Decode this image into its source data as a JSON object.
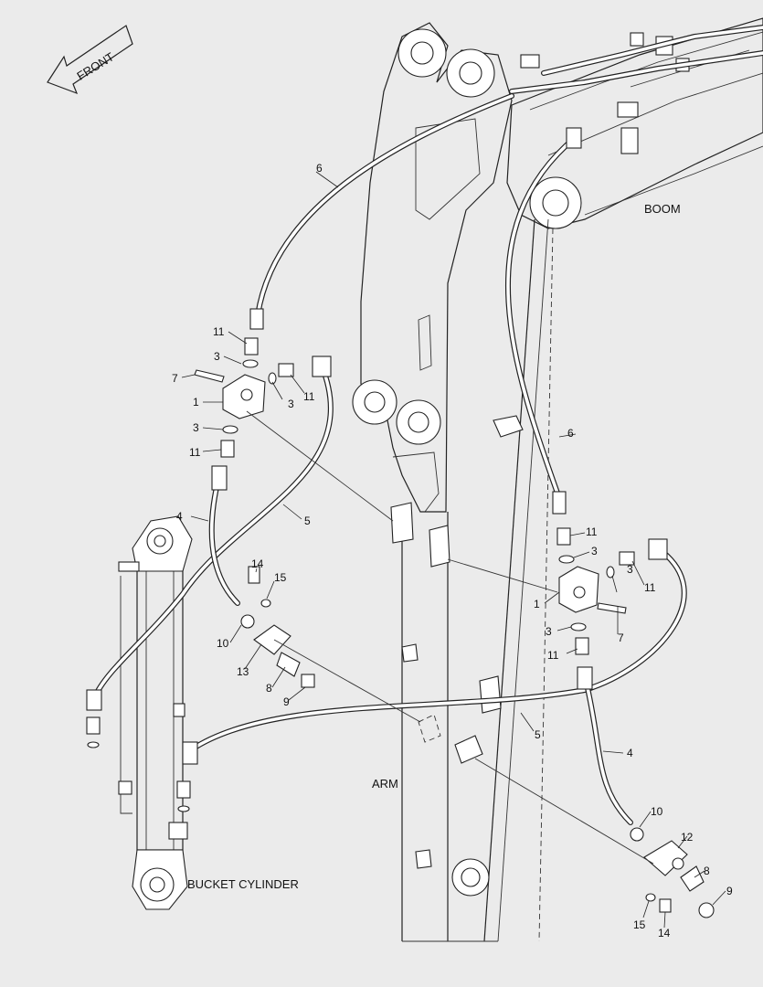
{
  "direction": {
    "front": "FRONT"
  },
  "components": {
    "boom": "BOOM",
    "arm": "ARM",
    "bucket_cylinder": "BUCKET CYLINDER"
  },
  "callouts": {
    "c6_top": "6",
    "c6_right": "6",
    "c11_a": "11",
    "c3_a": "3",
    "c7_left": "7",
    "c1_left": "1",
    "c3_b": "3",
    "c11_b": "11",
    "c3_c": "3",
    "c11_c": "11",
    "c4_left": "4",
    "c5_left": "5",
    "c14_left": "14",
    "c15_left": "15",
    "c10_left": "10",
    "c13_left": "13",
    "c8_left": "8",
    "c9_left": "9",
    "c11_d": "11",
    "c3_d": "3",
    "c3_e": "3",
    "c11_e": "11",
    "c1_right": "1",
    "c3_f": "3",
    "c7_right": "7",
    "c11_f": "11",
    "c5_right": "5",
    "c4_right": "4",
    "c10_right": "10",
    "c12_right": "12",
    "c8_right": "8",
    "c9_right": "9",
    "c15_right": "15",
    "c14_right": "14"
  }
}
